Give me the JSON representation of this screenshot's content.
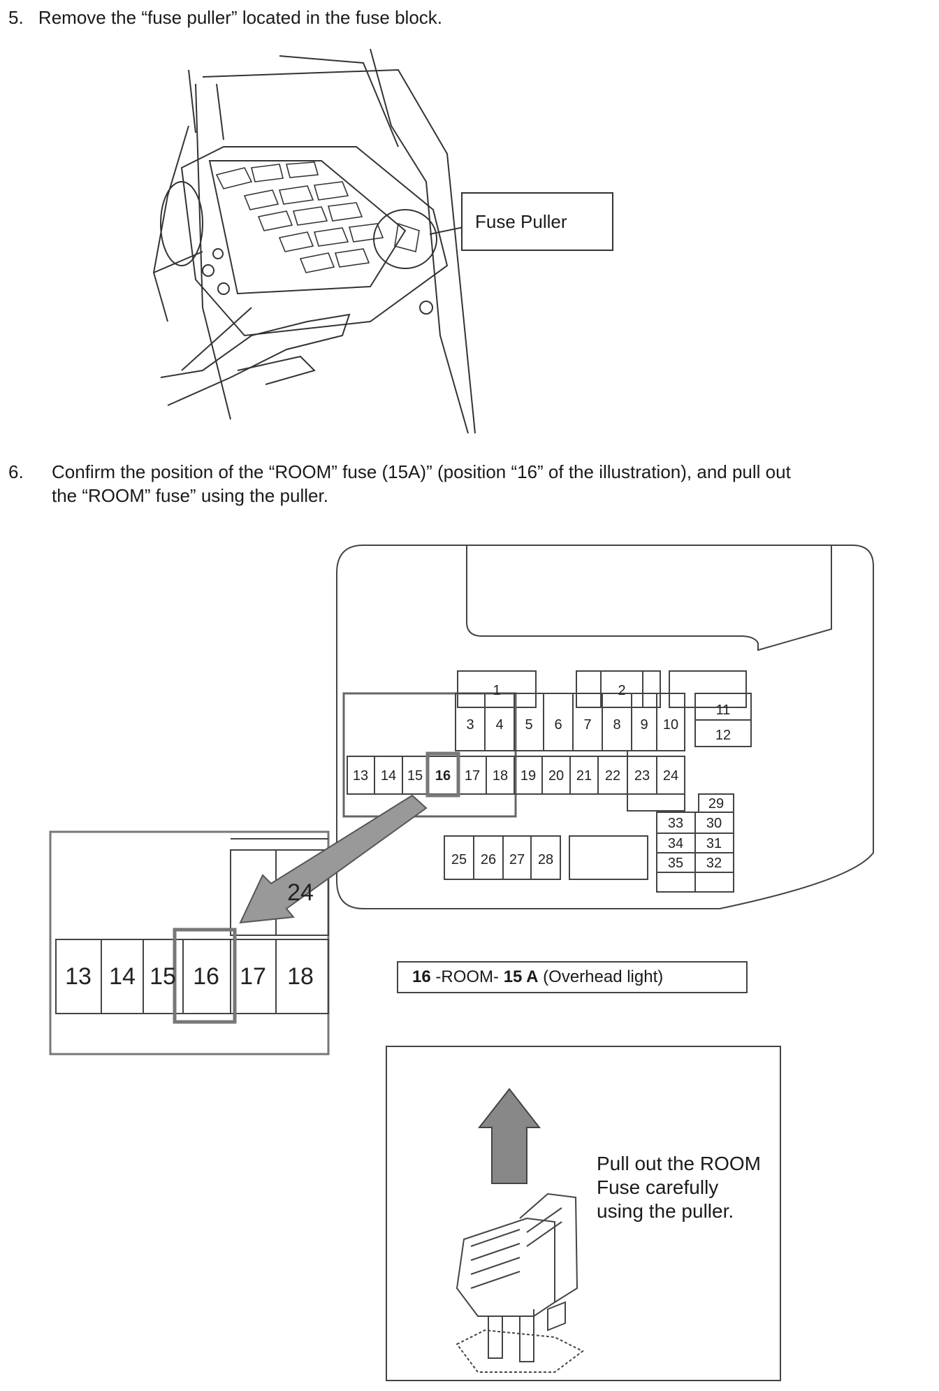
{
  "step5": {
    "number": "5.",
    "text": "Remove the “fuse puller” located in the fuse block.",
    "callout": "Fuse Puller"
  },
  "step6": {
    "number": "6.",
    "line1": "Confirm the position of the “ROOM” fuse (15A)” (position “16” of the illustration), and pull out",
    "line2": "the “ROOM” fuse” using the puller."
  },
  "fuse_box": {
    "fuses": [
      "1",
      "2",
      "3",
      "4",
      "5",
      "6",
      "7",
      "8",
      "9",
      "10",
      "11",
      "12",
      "13",
      "14",
      "15",
      "16",
      "17",
      "18",
      "19",
      "20",
      "21",
      "22",
      "23",
      "24",
      "25",
      "26",
      "27",
      "28",
      "29",
      "30",
      "31",
      "32",
      "33",
      "34",
      "35"
    ],
    "zoom_labels": [
      "13",
      "14",
      "15",
      "16",
      "17",
      "18",
      "24"
    ],
    "highlight": "16"
  },
  "legend": {
    "num": "16",
    "room": " -ROOM- ",
    "amp": "15 A",
    "desc": " (Overhead light)"
  },
  "instruction": {
    "line1": "Pull out the ROOM",
    "line2": "Fuse carefully",
    "line3": "using the puller."
  }
}
